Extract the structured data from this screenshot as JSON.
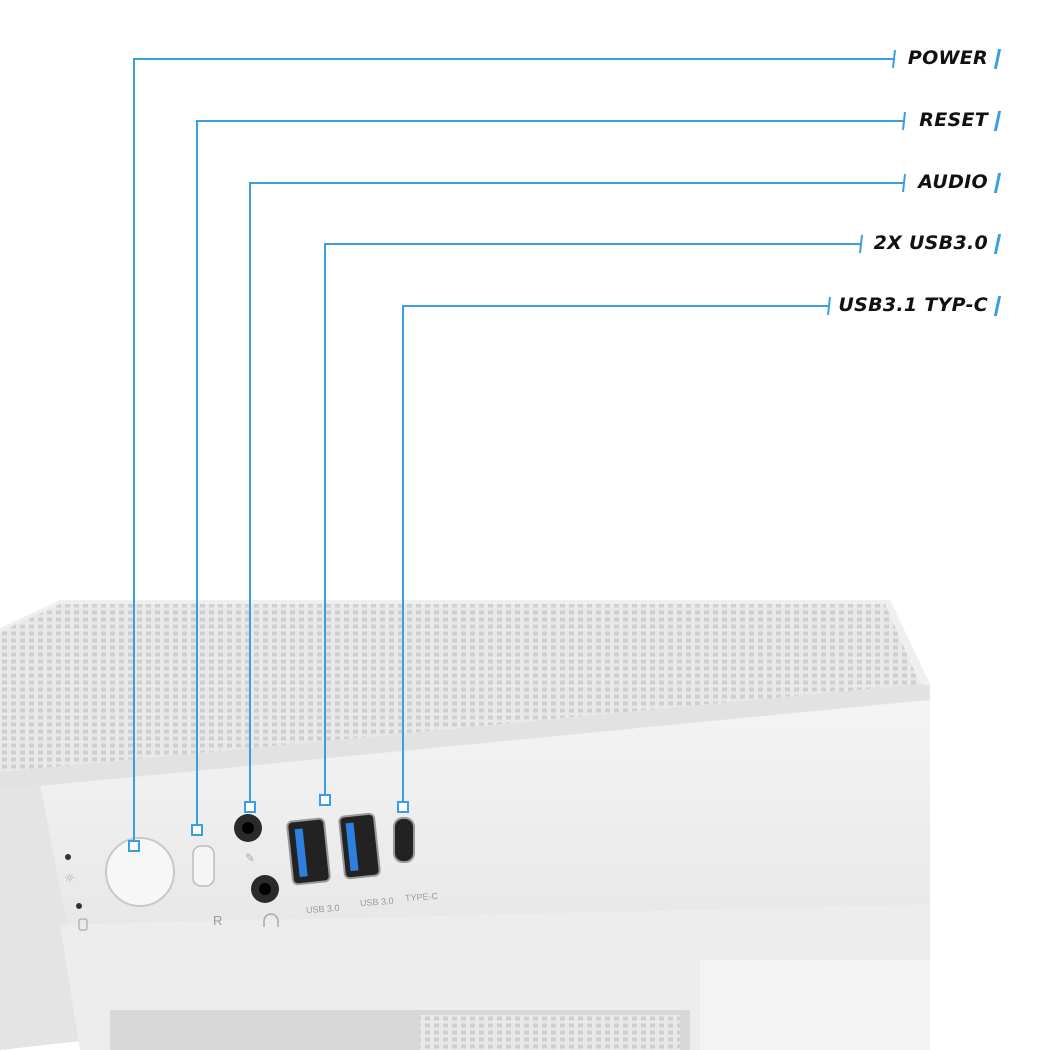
{
  "callouts": [
    {
      "label": "POWER"
    },
    {
      "label": "RESET"
    },
    {
      "label": "AUDIO"
    },
    {
      "label": "2X USB3.0"
    },
    {
      "label": "USB3.1 TYP-C"
    }
  ],
  "panel": {
    "reset_mark": "R",
    "usb1_label": "USB 3.0",
    "usb2_label": "USB 3.0",
    "typec_label": "TYPE-C"
  },
  "colors": {
    "accent": "#3a9fe0",
    "usb_blue": "#2f7fe0"
  }
}
